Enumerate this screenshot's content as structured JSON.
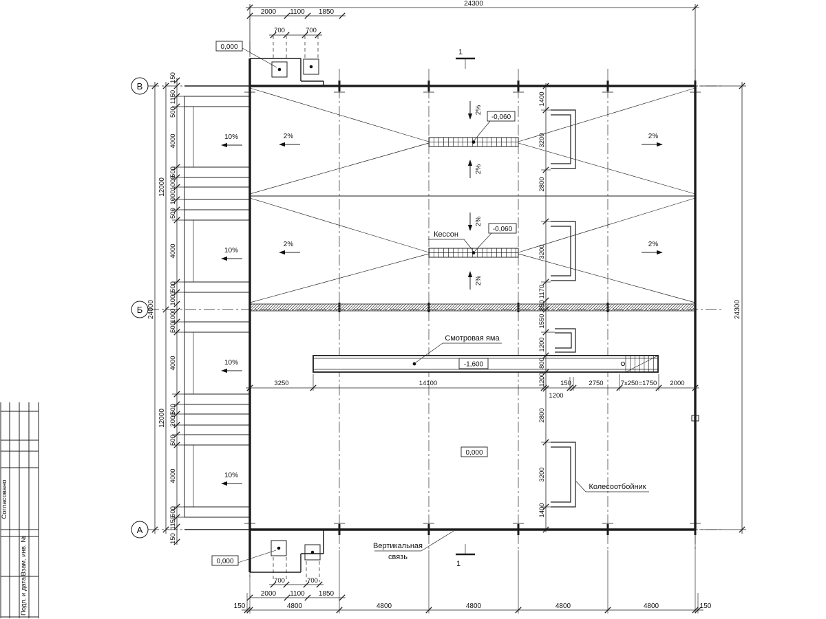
{
  "axes": {
    "v": "В",
    "b": "Б",
    "a": "А"
  },
  "section_mark": "1",
  "levels": {
    "zero": "0,000",
    "minus060": "-0,060",
    "minus1600": "-1,600"
  },
  "slopes": {
    "ten": "10%",
    "two": "2%"
  },
  "annotations": {
    "kesson": "Кессон",
    "pit": "Смотровая яма",
    "vertical_line1": "Вертикальная",
    "vertical_line2": "связь",
    "wheel_guard": "Колесоотбойник"
  },
  "dims": {
    "overall_top": "24300",
    "overall_right": "24300",
    "left_total": "24000",
    "left_half": "12000",
    "top_row": [
      "2000",
      "1100",
      "1850"
    ],
    "top_cols": [
      "700",
      "700"
    ],
    "bottom_row": [
      "2000",
      "1100",
      "1850"
    ],
    "bottom_cols": [
      "700",
      "700"
    ],
    "bottom_chain": [
      "150",
      "4800",
      "4800",
      "4800",
      "4800",
      "4800",
      "150"
    ],
    "left_chain": [
      "150",
      "1150",
      "500",
      "4000",
      "500",
      "1000",
      "1000",
      "500",
      "4000",
      "500",
      "1000",
      "1000",
      "500",
      "4000",
      "500",
      "2000",
      "500",
      "4000",
      "500",
      "1150",
      "150"
    ],
    "right_chain": [
      "1400",
      "3200",
      "2800",
      "3200",
      "1170",
      "850",
      "1550",
      "1200",
      "800",
      "1200",
      "2800",
      "3200",
      "1400"
    ],
    "pit_row": [
      "3250",
      "14100",
      "1200",
      "150",
      "2750",
      "7х250=1750",
      "2000"
    ]
  },
  "titleblock": {
    "soglasovano": "Согласовано",
    "vzam": "Взам. инв. №",
    "podp": "Подп. и дата"
  }
}
